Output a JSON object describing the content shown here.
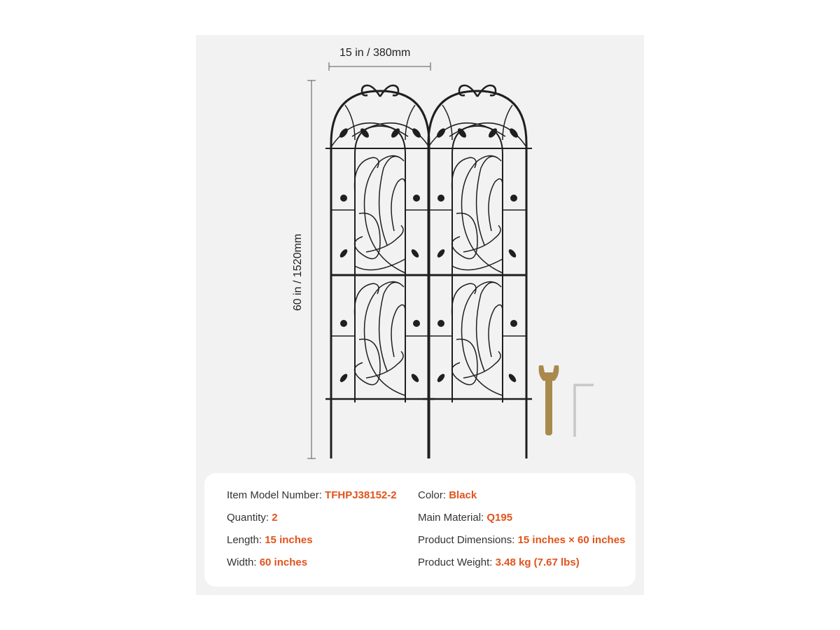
{
  "dimensions": {
    "width_label": "15 in / 380mm",
    "height_label": "60 in / 1520mm"
  },
  "colors": {
    "accent": "#e0531c",
    "trellis": "#1f1f1f",
    "wrench": "#a98a4c",
    "hex_key": "#c8c8c8"
  },
  "specs": {
    "left": [
      {
        "label": "Item Model Number: ",
        "value": "TFHPJ38152-2"
      },
      {
        "label": "Quantity: ",
        "value": "2"
      },
      {
        "label": "Length: ",
        "value": "15 inches"
      },
      {
        "label": "Width: ",
        "value": "60 inches"
      }
    ],
    "right": [
      {
        "label": "Color: ",
        "value": "Black"
      },
      {
        "label": "Main Material:  ",
        "value": "Q195"
      },
      {
        "label": "Product Dimensions: ",
        "value": "15 inches × 60 inches"
      },
      {
        "label": "Product Weight:  ",
        "value": "3.48 kg (7.67 lbs)"
      }
    ]
  }
}
